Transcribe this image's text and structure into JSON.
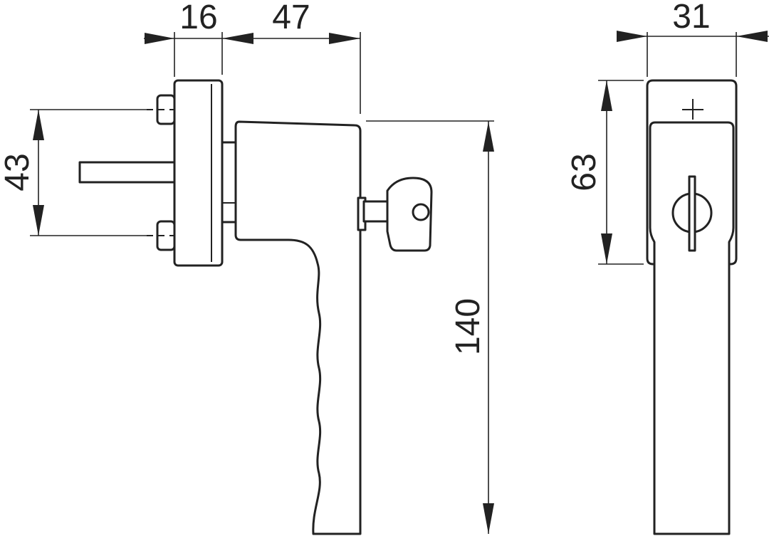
{
  "dimensions": {
    "backplate_depth": "16",
    "handle_projection": "47",
    "spindle_spacing": "43",
    "handle_length": "140",
    "handle_width": "31",
    "rosette_height": "63"
  }
}
